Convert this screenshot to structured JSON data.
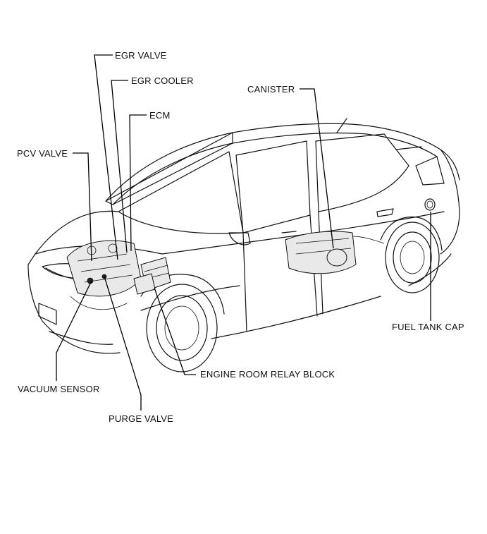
{
  "diagram": {
    "labels": {
      "egr_valve": "EGR VALVE",
      "egr_cooler": "EGR COOLER",
      "ecm": "ECM",
      "pcv_valve": "PCV VALVE",
      "canister": "CANISTER",
      "fuel_tank_cap": "FUEL TANK CAP",
      "engine_room_relay_block": "ENGINE ROOM RELAY BLOCK",
      "vacuum_sensor": "VACUUM SENSOR",
      "purge_valve": "PURGE VALVE"
    }
  }
}
